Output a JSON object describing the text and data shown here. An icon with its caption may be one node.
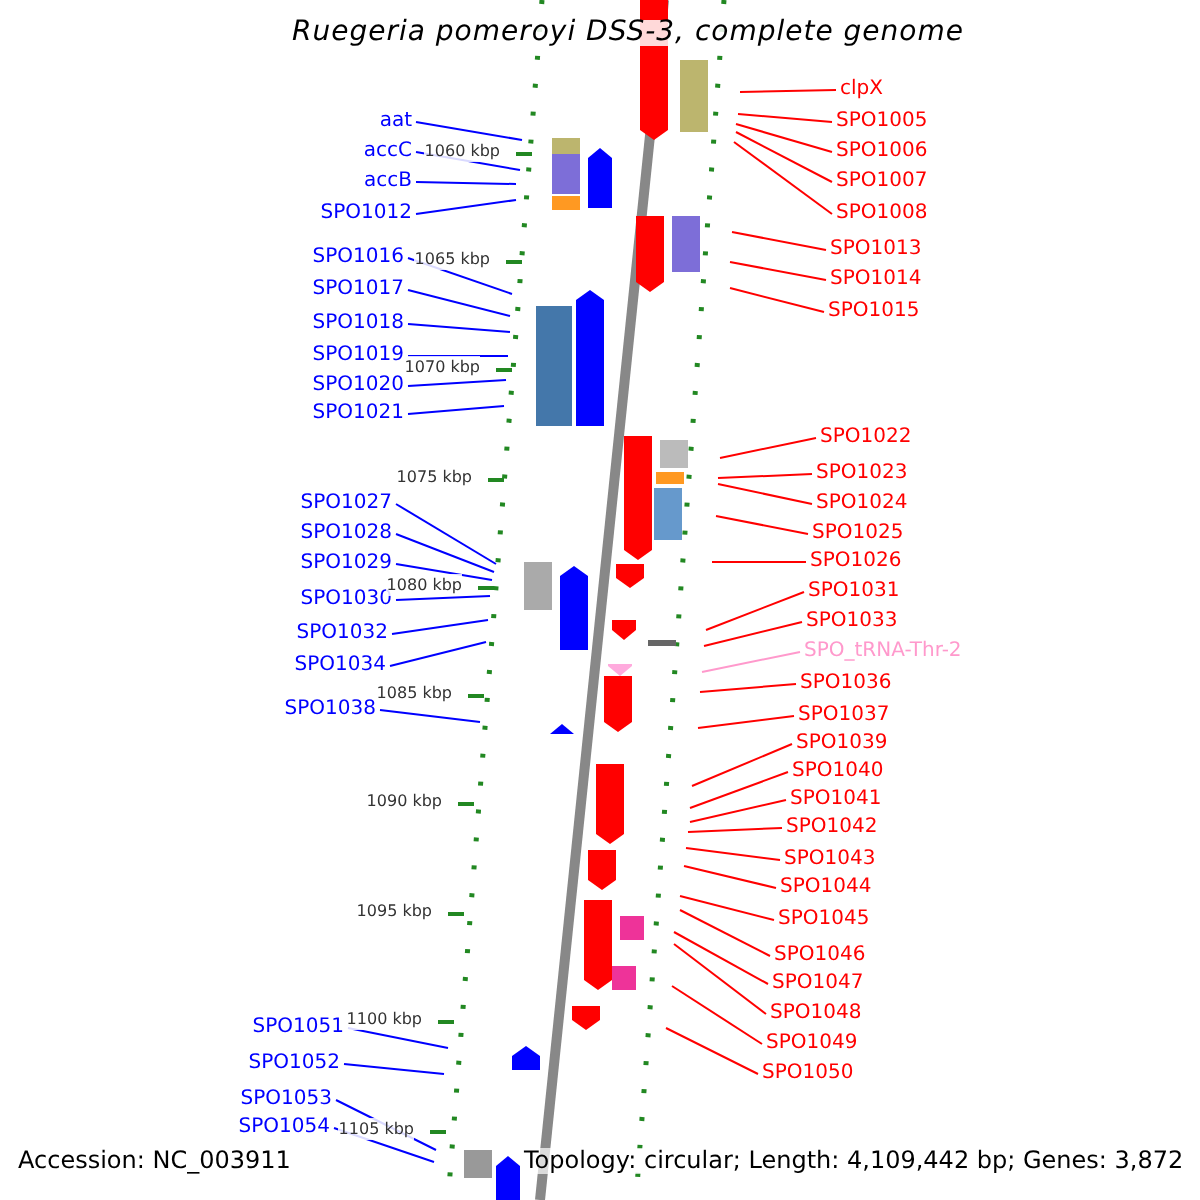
{
  "diagram": {
    "title": "Ruegeria pomeroyi DSS-3, complete genome",
    "nodes": [
      {
        "text": [
          "aat"
        ]
      },
      {
        "text": [
          "accC"
        ]
      },
      {
        "text": [
          "accB"
        ]
      },
      {
        "text": [
          "SPO1012"
        ]
      },
      {
        "text": [
          "SPO1016"
        ]
      },
      {
        "text": [
          "SPO1017"
        ]
      },
      {
        "text": [
          "SPO1018"
        ]
      },
      {
        "text": [
          "SPO1019"
        ]
      },
      {
        "text": [
          "SPO1020"
        ]
      },
      {
        "text": [
          "SPO1021"
        ]
      },
      {
        "text": [
          "SPO1027"
        ]
      },
      {
        "text": [
          "SPO1028"
        ]
      },
      {
        "text": [
          "SPO1029"
        ]
      },
      {
        "text": [
          "SPO1030"
        ]
      },
      {
        "text": [
          "SPO1032"
        ]
      },
      {
        "text": [
          "SPO1034"
        ]
      },
      {
        "text": [
          "SPO1038"
        ]
      },
      {
        "text": [
          "SPO1051"
        ]
      },
      {
        "text": [
          "SPO1052"
        ]
      },
      {
        "text": [
          "SPO1053"
        ]
      },
      {
        "text": [
          "SPO1054"
        ]
      },
      {
        "text": [
          "clpX"
        ]
      },
      {
        "text": [
          "SPO1005"
        ]
      },
      {
        "text": [
          "SPO1006"
        ]
      },
      {
        "text": [
          "SPO1007"
        ]
      },
      {
        "text": [
          "SPO1008"
        ]
      },
      {
        "text": [
          "SPO1013"
        ]
      },
      {
        "text": [
          "SPO1014"
        ]
      },
      {
        "text": [
          "SPO1015"
        ]
      },
      {
        "text": [
          "SPO1022"
        ]
      },
      {
        "text": [
          "SPO1023"
        ]
      },
      {
        "text": [
          "SPO1024"
        ]
      },
      {
        "text": [
          "SPO1025"
        ]
      },
      {
        "text": [
          "SPO1026"
        ]
      },
      {
        "text": [
          "SPO1031"
        ]
      },
      {
        "text": [
          "SPO1033"
        ]
      },
      {
        "text": [
          "SPO_tRNA-Thr-2"
        ]
      },
      {
        "text": [
          "SPO1036"
        ]
      },
      {
        "text": [
          "SPO1037"
        ]
      },
      {
        "text": [
          "SPO1039"
        ]
      },
      {
        "text": [
          "SPO1040"
        ]
      },
      {
        "text": [
          "SPO1041"
        ]
      },
      {
        "text": [
          "SPO1042"
        ]
      },
      {
        "text": [
          "SPO1043"
        ]
      },
      {
        "text": [
          "SPO1044"
        ]
      },
      {
        "text": [
          "SPO1045"
        ]
      },
      {
        "text": [
          "SPO1046"
        ]
      },
      {
        "text": [
          "SPO1047"
        ]
      },
      {
        "text": [
          "SPO1048"
        ]
      },
      {
        "text": [
          "SPO1049"
        ]
      },
      {
        "text": [
          "SPO1050"
        ]
      }
    ],
    "edges": [
      {
        "from": 0,
        "to": null,
        "arrow": "none",
        "color": "#0000ff"
      },
      {
        "from": 1,
        "to": null,
        "arrow": "none",
        "color": "#0000ff"
      },
      {
        "from": 2,
        "to": null,
        "arrow": "none",
        "color": "#0000ff"
      },
      {
        "from": 3,
        "to": null,
        "arrow": "none",
        "color": "#0000ff"
      },
      {
        "from": 4,
        "to": null,
        "arrow": "none",
        "color": "#0000ff"
      },
      {
        "from": 5,
        "to": null,
        "arrow": "none",
        "color": "#0000ff"
      },
      {
        "from": 6,
        "to": null,
        "arrow": "none",
        "color": "#0000ff"
      },
      {
        "from": 7,
        "to": null,
        "arrow": "none",
        "color": "#0000ff"
      },
      {
        "from": 8,
        "to": null,
        "arrow": "none",
        "color": "#0000ff"
      },
      {
        "from": 9,
        "to": null,
        "arrow": "none",
        "color": "#0000ff"
      },
      {
        "from": 10,
        "to": null,
        "arrow": "none",
        "color": "#0000ff"
      },
      {
        "from": 11,
        "to": null,
        "arrow": "none",
        "color": "#0000ff"
      },
      {
        "from": 12,
        "to": null,
        "arrow": "none",
        "color": "#0000ff"
      },
      {
        "from": 13,
        "to": null,
        "arrow": "none",
        "color": "#0000ff"
      },
      {
        "from": 14,
        "to": null,
        "arrow": "none",
        "color": "#0000ff"
      },
      {
        "from": 15,
        "to": null,
        "arrow": "none",
        "color": "#0000ff"
      },
      {
        "from": 16,
        "to": null,
        "arrow": "none",
        "color": "#0000ff"
      },
      {
        "from": 17,
        "to": null,
        "arrow": "none",
        "color": "#0000ff"
      },
      {
        "from": 18,
        "to": null,
        "arrow": "none",
        "color": "#0000ff"
      },
      {
        "from": 19,
        "to": null,
        "arrow": "none",
        "color": "#0000ff"
      },
      {
        "from": 20,
        "to": null,
        "arrow": "none",
        "color": "#0000ff"
      },
      {
        "from": 21,
        "to": null,
        "arrow": "none"
      },
      {
        "from": 22,
        "to": null,
        "arrow": "none"
      },
      {
        "from": 23,
        "to": null,
        "arrow": "none"
      },
      {
        "from": 24,
        "to": null,
        "arrow": "none"
      },
      {
        "from": 25,
        "to": null,
        "arrow": "none"
      },
      {
        "from": 26,
        "to": null,
        "arrow": "none"
      },
      {
        "from": 27,
        "to": null,
        "arrow": "none"
      },
      {
        "from": 28,
        "to": null,
        "arrow": "none"
      },
      {
        "from": 29,
        "to": null,
        "arrow": "none"
      },
      {
        "from": 30,
        "to": null,
        "arrow": "none"
      },
      {
        "from": 31,
        "to": null,
        "arrow": "none"
      },
      {
        "from": 32,
        "to": null,
        "arrow": "none"
      },
      {
        "from": 33,
        "to": null,
        "arrow": "none"
      },
      {
        "from": 34,
        "to": null,
        "arrow": "none"
      },
      {
        "from": 35,
        "to": null,
        "arrow": "none"
      },
      {
        "from": 36,
        "to": null,
        "arrow": "none",
        "color": "#ff99cc"
      },
      {
        "from": 37,
        "to": null,
        "arrow": "none"
      },
      {
        "from": 38,
        "to": null,
        "arrow": "none"
      },
      {
        "from": 39,
        "to": null,
        "arrow": "none"
      },
      {
        "from": 40,
        "to": null,
        "arrow": "none"
      },
      {
        "from": 41,
        "to": null,
        "arrow": "none"
      },
      {
        "from": 42,
        "to": null,
        "arrow": "none"
      },
      {
        "from": 43,
        "to": null,
        "arrow": "none"
      },
      {
        "from": 44,
        "to": null,
        "arrow": "none"
      },
      {
        "from": 45,
        "to": null,
        "arrow": "none"
      },
      {
        "from": 46,
        "to": null,
        "arrow": "none"
      },
      {
        "from": 47,
        "to": null,
        "arrow": "none"
      },
      {
        "from": 48,
        "to": null,
        "arrow": "none"
      },
      {
        "from": 49,
        "to": null,
        "arrow": "none"
      },
      {
        "from": 50,
        "to": null,
        "arrow": "none"
      }
    ],
    "labels": [
      "1060 kbp",
      "1065 kbp",
      "1070 kbp",
      "1075 kbp",
      "1080 kbp",
      "1085 kbp",
      "1090 kbp",
      "1095 kbp",
      "1100 kbp",
      "1105 kbp",
      "Accession: NC_003911",
      "Topology: circular; Length: 4,109,442 bp; Genes: 3,872"
    ]
  }
}
